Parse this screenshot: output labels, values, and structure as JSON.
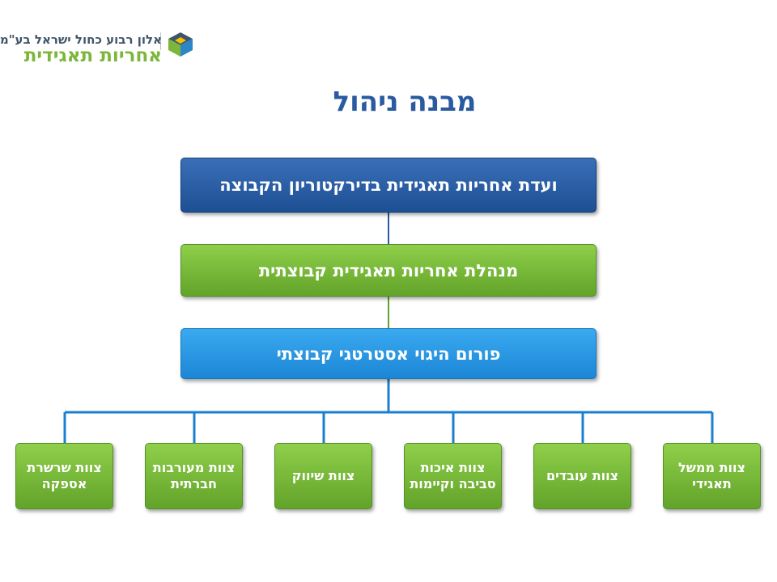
{
  "logo": {
    "line1": "אלון רבוע כחול ישראל בע\"מ",
    "line2": "אחריות תאגידית"
  },
  "title": "מבנה ניהול",
  "boxes": {
    "committee": "ועדת אחריות תאגידית בדירקטוריון הקבוצה",
    "manager": "מנהלת אחריות תאגידית קבוצתית",
    "forum": "פורום היגוי אסטרטגי קבוצתי"
  },
  "teams": [
    {
      "label": "צוות ממשל תאגידי"
    },
    {
      "label": "צוות עובדים"
    },
    {
      "label": "צוות איכות סביבה וקיימות"
    },
    {
      "label": "צוות שיווק"
    },
    {
      "label": "צוות מעורבות חברתית"
    },
    {
      "label": "צוות שרשרת אספקה"
    }
  ],
  "colors": {
    "committee": "#1d4f93",
    "manager": "#62a32a",
    "forum": "#1c86d6",
    "connector": "#1a7fd0",
    "title": "#2a5aa0"
  }
}
